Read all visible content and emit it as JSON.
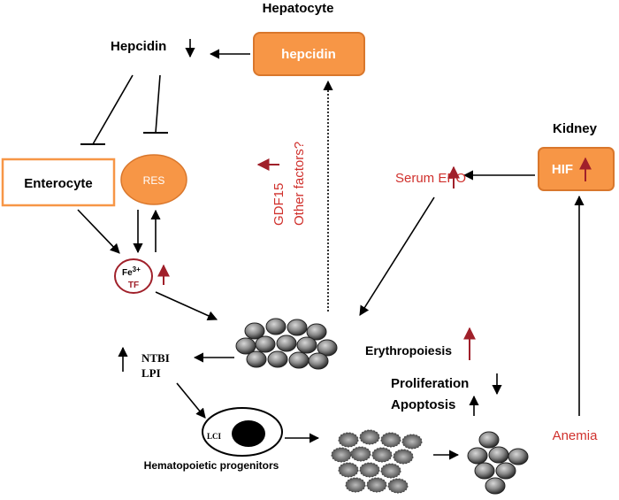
{
  "hepatocyte": {
    "title": "Hepatocyte",
    "box_label": "hepcidin"
  },
  "hepcidin": {
    "label": "Hepcidin"
  },
  "kidney": {
    "title": "Kidney",
    "box_label": "HIF"
  },
  "serum_epo": {
    "label": "Serum EPO"
  },
  "enterocyte": {
    "label": "Enterocyte"
  },
  "res": {
    "label": "RES"
  },
  "fe_tf": {
    "fe": "Fe",
    "fe_charge": "3+",
    "tf": "TF"
  },
  "factors": {
    "gdf15": "GDF15",
    "other": "Other factors?"
  },
  "ntbi": {
    "line1": "NTBI",
    "line2": "LPI"
  },
  "erythropoiesis": {
    "label": "Erythropoiesis"
  },
  "proliferation": {
    "label": "Proliferation"
  },
  "apoptosis": {
    "label": "Apoptosis"
  },
  "progenitors": {
    "cell_label": "LCI",
    "caption": "Hematopoietic progenitors"
  },
  "anemia": {
    "label": "Anemia"
  },
  "colors": {
    "orange_fill": "#F79646",
    "orange_stroke": "#D9772C",
    "red_text": "#D0312D",
    "dark_red": "#A0202A"
  }
}
